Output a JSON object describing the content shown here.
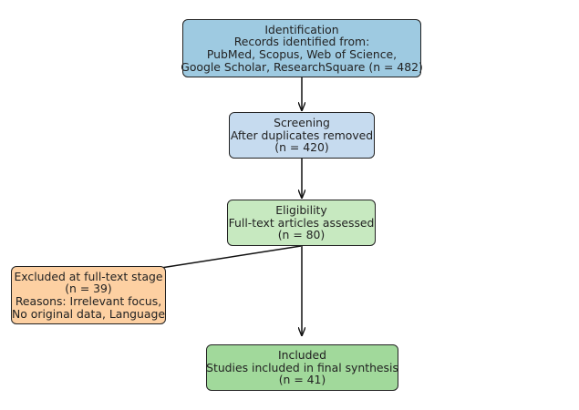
{
  "colors": {
    "identification": "#9ecae1",
    "screening": "#c6dbef",
    "eligibility": "#c7e9c0",
    "excluded": "#fdd0a2",
    "included": "#a1d99b",
    "border": "#222222",
    "arrow": "#111111"
  },
  "identification": {
    "title": "Identification",
    "line1": "Records identified from:",
    "line2": "PubMed, Scopus, Web of Science,",
    "line3": "Google Scholar, ResearchSquare (n = 482)"
  },
  "screening": {
    "title": "Screening",
    "line1": "After duplicates removed",
    "line2": "(n = 420)"
  },
  "eligibility": {
    "title": "Eligibility",
    "line1": "Full-text articles assessed",
    "line2": "(n = 80)"
  },
  "excluded": {
    "title": "Excluded at full-text stage",
    "line1": "(n = 39)",
    "line2": "Reasons: Irrelevant focus,",
    "line3": "No original data, Language"
  },
  "included": {
    "title": "Included",
    "line1": "Studies included in final synthesis",
    "line2": "(n = 41)"
  }
}
